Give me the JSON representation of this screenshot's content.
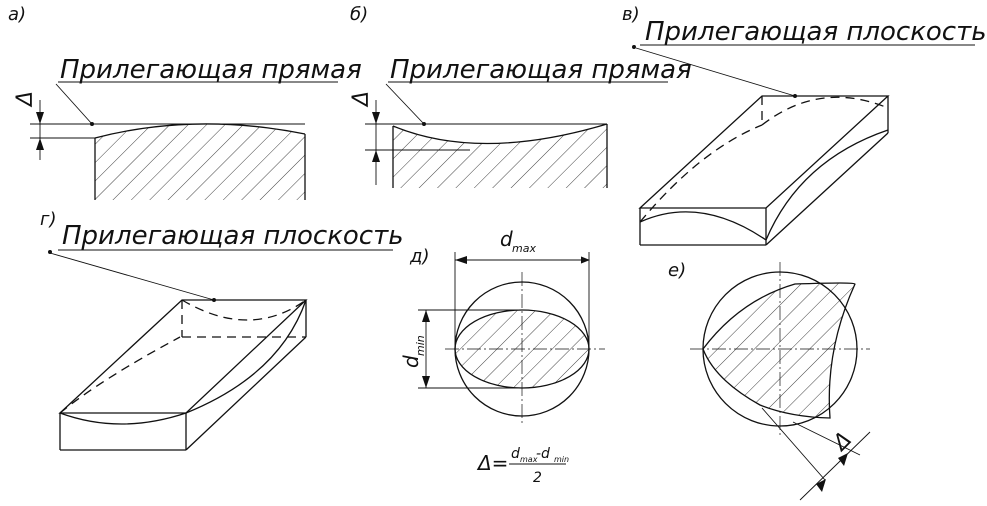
{
  "labels": {
    "a": "а)",
    "b": "б)",
    "v": "в)",
    "g": "г)",
    "d": "д)",
    "e": "е)"
  },
  "captions": {
    "line_a": "Прилегающая прямая",
    "line_b": "Прилегающая прямая",
    "plane_v": "Прилегающая плоскость",
    "plane_g": "Прилегающая плоскость"
  },
  "dims": {
    "delta": "Δ",
    "d_letter": "d",
    "max_sub": "max",
    "min_sub": "min",
    "formula_lhs": "Δ=",
    "formula_num_a": "d",
    "formula_num_b": "-d",
    "formula_den": "2"
  }
}
